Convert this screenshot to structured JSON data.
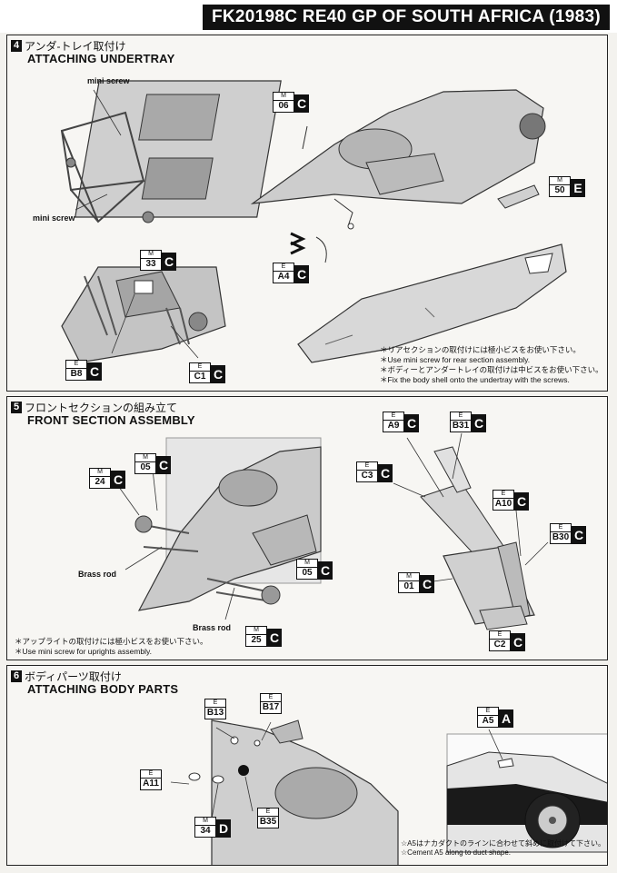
{
  "header": {
    "title": "FK20198C RE40 GP OF SOUTH AFRICA (1983)"
  },
  "step4": {
    "num": "4",
    "title_jp": "アンダ-トレイ取付け",
    "title_en": "ATTACHING UNDERTRAY",
    "labels": {
      "mini_screw_1": "mini screw",
      "mini_screw_2": "mini screw"
    },
    "tags": [
      {
        "small": "M",
        "num": "06",
        "letter": "C"
      },
      {
        "small": "M",
        "num": "50",
        "letter": "E"
      },
      {
        "small": "M",
        "num": "33",
        "letter": "C"
      },
      {
        "small": "E",
        "num": "A4",
        "letter": "C"
      },
      {
        "small": "E",
        "num": "B8",
        "letter": "C"
      },
      {
        "small": "E",
        "num": "C1",
        "letter": "C"
      }
    ],
    "notes": [
      "＊リアセクションの取付けには極小ビスをお使い下さい。",
      "＊Use mini screw for rear section assembly.",
      "＊ボディーとアンダートレイの取付けは中ビスをお使い下さい。",
      "＊Fix the body shell onto the undertray with the screws."
    ]
  },
  "step5": {
    "num": "5",
    "title_jp": "フロントセクションの組み立て",
    "title_en": "FRONT SECTION ASSEMBLY",
    "labels": {
      "brass_rod_1": "Brass rod",
      "brass_rod_2": "Brass rod"
    },
    "tags": [
      {
        "small": "M",
        "num": "05",
        "letter": "C"
      },
      {
        "small": "M",
        "num": "24",
        "letter": "C"
      },
      {
        "small": "M",
        "num": "05",
        "letter": "C"
      },
      {
        "small": "M",
        "num": "25",
        "letter": "C"
      },
      {
        "small": "E",
        "num": "A9",
        "letter": "C"
      },
      {
        "small": "E",
        "num": "B31",
        "letter": "C"
      },
      {
        "small": "E",
        "num": "C3",
        "letter": "C"
      },
      {
        "small": "E",
        "num": "A10",
        "letter": "C"
      },
      {
        "small": "E",
        "num": "B30",
        "letter": "C"
      },
      {
        "small": "M",
        "num": "01",
        "letter": "C"
      },
      {
        "small": "E",
        "num": "C2",
        "letter": "C"
      }
    ],
    "notes": [
      "＊アップライトの取付けには極小ビスをお使い下さい。",
      "＊Use mini screw for uprights assembly."
    ]
  },
  "step6": {
    "num": "6",
    "title_jp": "ボディパーツ取付け",
    "title_en": "ATTACHING BODY PARTS",
    "tags": [
      {
        "small": "E",
        "num": "B13",
        "letter": ""
      },
      {
        "small": "E",
        "num": "B17",
        "letter": ""
      },
      {
        "small": "E",
        "num": "A11",
        "letter": ""
      },
      {
        "small": "M",
        "num": "34",
        "letter": "D"
      },
      {
        "small": "E",
        "num": "B35",
        "letter": ""
      },
      {
        "small": "E",
        "num": "A5",
        "letter": "A"
      }
    ],
    "notes": [
      "☆A5はナカダクトのラインに合わせて斜めに取付けて下さい。",
      "☆Cement A5 along to duct shape."
    ]
  }
}
